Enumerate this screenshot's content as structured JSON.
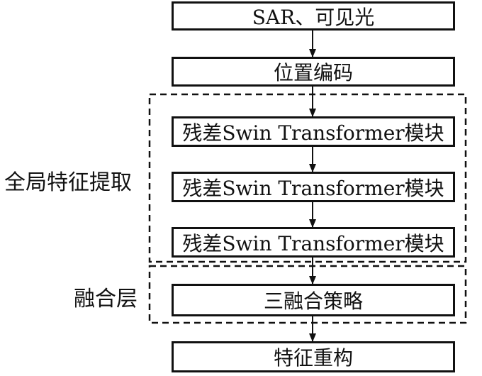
{
  "nodes": {
    "input": "SAR、可见光",
    "position_encoding": "位置编码",
    "swin_block_1": "残差Swin Transformer模块",
    "swin_block_2": "残差Swin Transformer模块",
    "swin_block_3": "残差Swin Transformer模块",
    "fusion_strategy": "三融合策略",
    "reconstruction": "特征重构"
  },
  "groups": {
    "global_feature_extraction": "全局特征提取",
    "fusion_layer": "融合层"
  }
}
